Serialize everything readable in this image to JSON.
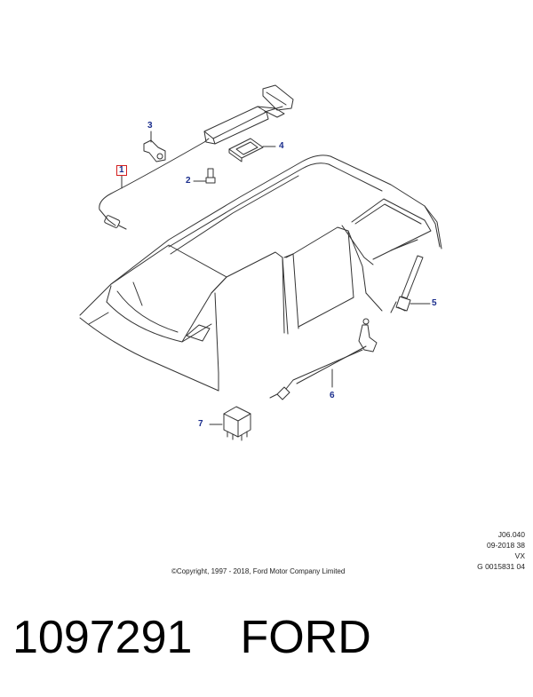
{
  "callouts": [
    {
      "id": "1",
      "label": "1",
      "selected": true
    },
    {
      "id": "2",
      "label": "2",
      "selected": false
    },
    {
      "id": "3",
      "label": "3",
      "selected": false
    },
    {
      "id": "4",
      "label": "4",
      "selected": false
    },
    {
      "id": "5",
      "label": "5",
      "selected": false
    },
    {
      "id": "6",
      "label": "6",
      "selected": false
    },
    {
      "id": "7",
      "label": "7",
      "selected": false
    }
  ],
  "reference": {
    "line1": "J06.040",
    "line2": "09-2018 38",
    "line3": "VX",
    "line4": "G 0015831 04"
  },
  "copyright": "©Copyright, 1997 - 2018, Ford Motor Company Limited",
  "footer": {
    "part_number": "1097291",
    "brand": "FORD"
  },
  "colors": {
    "callout_text": "#1a2d8c",
    "selected_box": "#d41e1e",
    "line": "#333333"
  }
}
